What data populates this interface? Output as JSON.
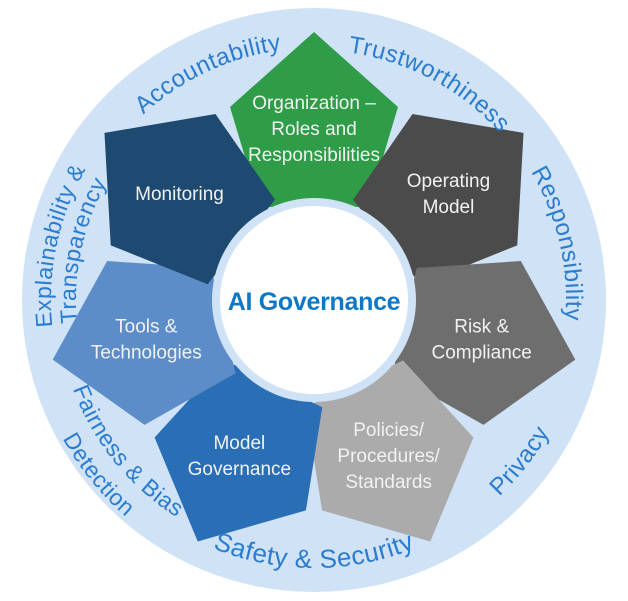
{
  "diagram": {
    "center_label": "AI Governance",
    "background_color": "#cfe2f6",
    "center_circle_color": "#ffffff",
    "center_text_color": "#0e78c6",
    "ring_text_color": "#2a7cd0",
    "petal_text_color": "#f0f2f0",
    "petals": [
      {
        "label_lines": [
          "Organization –",
          "Roles and",
          "Responsibilities"
        ],
        "color": "#2f9c48"
      },
      {
        "label_lines": [
          "Operating",
          "Model"
        ],
        "color": "#4b4b4b"
      },
      {
        "label_lines": [
          "Risk &",
          "Compliance"
        ],
        "color": "#6e6e6e"
      },
      {
        "label_lines": [
          "Policies/",
          "Procedures/",
          "Standards"
        ],
        "color": "#ababab"
      },
      {
        "label_lines": [
          "Model",
          "Governance"
        ],
        "color": "#2a6fb6"
      },
      {
        "label_lines": [
          "Tools &",
          "Technologies"
        ],
        "color": "#5c8dc8"
      },
      {
        "label_lines": [
          "Monitoring"
        ],
        "color": "#1e4a72"
      }
    ],
    "ring_labels": [
      {
        "text": "Accountability",
        "angle": -25,
        "radius": 252,
        "side": "top",
        "size": 24
      },
      {
        "text": "Trustworthiness",
        "angle": 28,
        "radius": 250,
        "side": "top",
        "size": 24
      },
      {
        "text": "Responsibility",
        "angle": 77,
        "radius": 252,
        "side": "top",
        "size": 24
      },
      {
        "text": "Privacy",
        "angle": 128,
        "radius": 270,
        "side": "bottom",
        "size": 24
      },
      {
        "text": "Safety & Security",
        "angle": 180,
        "radius": 268,
        "side": "bottom",
        "size": 26
      },
      {
        "text": "Fairness & Bias",
        "angle": 231,
        "radius": 257,
        "side": "bottom",
        "size": 23
      },
      {
        "text": "Detection",
        "angle": 231,
        "radius": 287,
        "side": "bottom",
        "size": 23
      },
      {
        "text": "Explainability &",
        "angle": -78,
        "radius": 263,
        "side": "top",
        "size": 23
      },
      {
        "text": "Transparency",
        "angle": -78,
        "radius": 238,
        "side": "top",
        "size": 23
      }
    ]
  }
}
